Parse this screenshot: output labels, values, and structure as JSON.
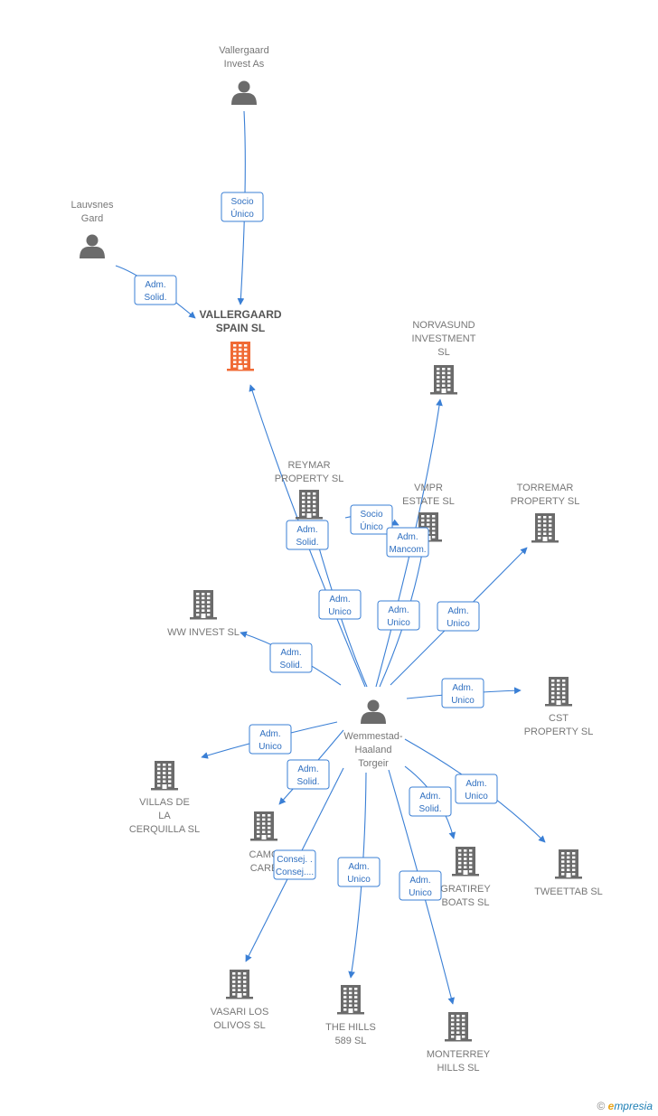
{
  "diagram": {
    "focus": {
      "id": "vallergaard",
      "lines": [
        "VALLERGAARD",
        "SPAIN  SL"
      ]
    },
    "nodes": [
      {
        "id": "vallergaard_invest",
        "type": "person",
        "lines": [
          "Vallergaard",
          "Invest As"
        ]
      },
      {
        "id": "lauvsnes",
        "type": "person",
        "lines": [
          "Lauvsnes",
          "Gard"
        ]
      },
      {
        "id": "vallergaard",
        "type": "company-focus",
        "lines": [
          "VALLERGAARD",
          "SPAIN  SL"
        ]
      },
      {
        "id": "norvasund",
        "type": "company",
        "lines": [
          "NORVASUND",
          "INVESTMENT",
          "SL"
        ]
      },
      {
        "id": "reymar",
        "type": "company",
        "lines": [
          "REYMAR",
          "PROPERTY  SL"
        ]
      },
      {
        "id": "vmpr",
        "type": "company",
        "lines": [
          "VMPR",
          "ESTATE  SL"
        ]
      },
      {
        "id": "torremar",
        "type": "company",
        "lines": [
          "TORREMAR",
          "PROPERTY  SL"
        ]
      },
      {
        "id": "ww_invest",
        "type": "company",
        "lines": [
          "WW INVEST  SL"
        ]
      },
      {
        "id": "wemmestad",
        "type": "person",
        "lines": [
          "Wemmestad-",
          "Haaland",
          "Torgeir"
        ]
      },
      {
        "id": "cst",
        "type": "company",
        "lines": [
          "CST",
          "PROPERTY  SL"
        ]
      },
      {
        "id": "villas",
        "type": "company",
        "lines": [
          "VILLAS DE",
          "LA",
          "CERQUILLA  SL"
        ]
      },
      {
        "id": "camo",
        "type": "company",
        "lines": [
          "CAMO",
          "CARE"
        ]
      },
      {
        "id": "gratirey",
        "type": "company",
        "lines": [
          "GRATIREY",
          "BOATS  SL"
        ]
      },
      {
        "id": "tweettab",
        "type": "company",
        "lines": [
          "TWEETTAB  SL"
        ]
      },
      {
        "id": "vasari",
        "type": "company",
        "lines": [
          "VASARI LOS",
          "OLIVOS  SL"
        ]
      },
      {
        "id": "the_hills",
        "type": "company",
        "lines": [
          "THE HILLS",
          "589  SL"
        ]
      },
      {
        "id": "monterrey",
        "type": "company",
        "lines": [
          "MONTERREY",
          "HILLS  SL"
        ]
      }
    ],
    "edges": [
      {
        "from": "vallergaard_invest",
        "to": "vallergaard",
        "label": [
          "Socio",
          "Único"
        ]
      },
      {
        "from": "lauvsnes",
        "to": "vallergaard",
        "label": [
          "Adm.",
          "Solid."
        ]
      },
      {
        "from": "wemmestad",
        "to": "vallergaard",
        "label": [
          "Adm.",
          "Solid."
        ]
      },
      {
        "from": "wemmestad",
        "to": "norvasund",
        "label": [
          "Adm.",
          "Unico"
        ]
      },
      {
        "from": "wemmestad",
        "to": "reymar",
        "label": [
          "Adm.",
          "Unico"
        ]
      },
      {
        "from": "reymar",
        "to": "vmpr",
        "label": [
          "Socio",
          "Único"
        ]
      },
      {
        "from": "wemmestad",
        "to": "vmpr",
        "label": [
          "Adm.",
          "Mancom."
        ]
      },
      {
        "from": "wemmestad",
        "to": "torremar",
        "label": [
          "Adm.",
          "Unico"
        ]
      },
      {
        "from": "wemmestad",
        "to": "ww_invest",
        "label": [
          "Adm.",
          "Solid."
        ]
      },
      {
        "from": "wemmestad",
        "to": "cst",
        "label": [
          "Adm.",
          "Unico"
        ]
      },
      {
        "from": "wemmestad",
        "to": "villas",
        "label": [
          "Adm.",
          "Unico"
        ]
      },
      {
        "from": "wemmestad",
        "to": "camo",
        "label": [
          "Adm.",
          "Solid."
        ]
      },
      {
        "from": "wemmestad",
        "to": "gratirey",
        "label": [
          "Adm.",
          "Solid."
        ]
      },
      {
        "from": "wemmestad",
        "to": "tweettab",
        "label": [
          "Adm.",
          "Unico"
        ]
      },
      {
        "from": "wemmestad",
        "to": "vasari",
        "label": [
          "Consej. .",
          "Consej...."
        ]
      },
      {
        "from": "wemmestad",
        "to": "the_hills",
        "label": [
          "Adm.",
          "Unico"
        ]
      },
      {
        "from": "wemmestad",
        "to": "monterrey",
        "label": [
          "Adm.",
          "Unico"
        ]
      }
    ]
  },
  "footer": {
    "copyright": "©",
    "brand_e": "e",
    "brand_rest": "mpresia"
  },
  "colors": {
    "edge": "#3a7fd5",
    "company": "#6b6b6b",
    "focus": "#f06a35",
    "person": "#6b6b6b"
  },
  "icons": {
    "person": "person-icon",
    "company": "building-icon"
  }
}
